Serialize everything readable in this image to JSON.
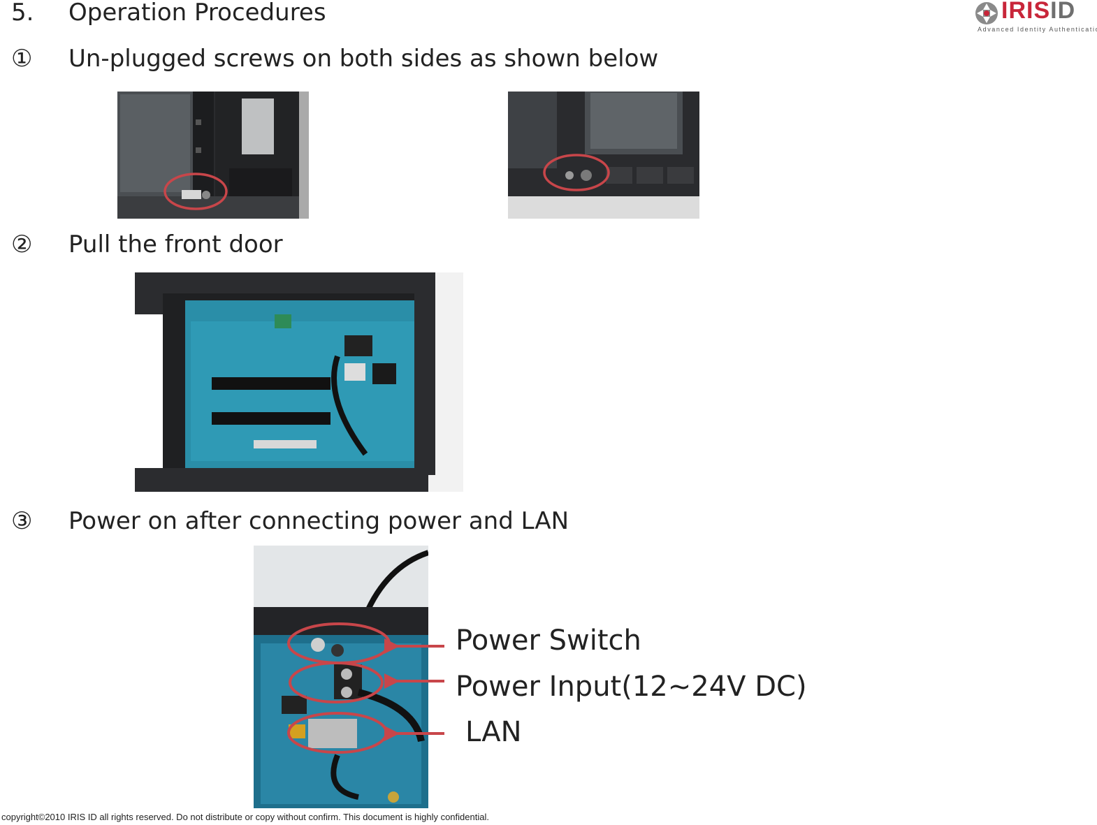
{
  "logo": {
    "brand_red": "IRIS",
    "brand_grey": "ID",
    "tagline": "Advanced Identity Authentication™",
    "accent_color": "#c8263a"
  },
  "section": {
    "number": "5.",
    "title": "Operation Procedures"
  },
  "steps": [
    {
      "marker": "①",
      "text": "Un-plugged screws on both sides as shown below"
    },
    {
      "marker": "②",
      "text": "Pull the front door"
    },
    {
      "marker": "③",
      "text": "Power on after connecting power and LAN"
    }
  ],
  "callouts": {
    "power_switch": "Power Switch",
    "power_input": "Power Input(12~24V DC)",
    "lan": "LAN"
  },
  "footer": "copyright©2010 IRIS ID all rights reserved. Do not distribute or copy without confirm. This document is highly confidential."
}
